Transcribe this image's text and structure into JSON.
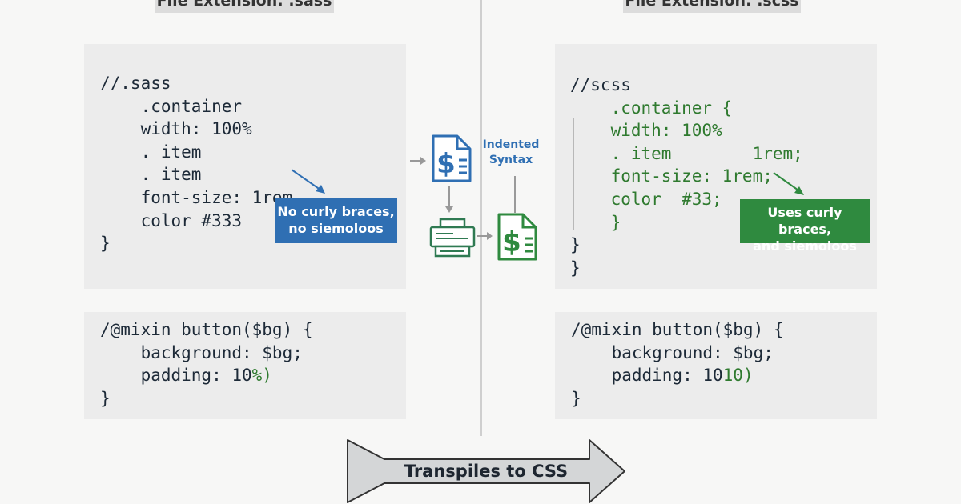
{
  "header": {
    "left_tag": "File Extension: .sass",
    "right_tag": "File Extension: .scss"
  },
  "sass": {
    "code_lines": [
      "//.sass",
      "    .container",
      "    width: 100%",
      "    . item",
      "    . item",
      "    font-size: 1rem",
      "    color #333",
      "}"
    ],
    "mixin_lines": [
      "/@mixin button($bg) {",
      "    background: $bg;",
      "    padding: 10",
      "}"
    ],
    "mixin_green": "%)",
    "note_lines": [
      "No curly braces,",
      "no siemoloos"
    ]
  },
  "scss": {
    "code_lines": [
      "//scss",
      "    .container {",
      "    width: 100%",
      "    . item        1rem;",
      "    font-size: 1rem;",
      "    color  #33;",
      "    }",
      "}",
      "}"
    ],
    "mixin_lines": [
      "/@mixin button($bg) {",
      "    background: $bg;",
      "    padding: 10",
      "}"
    ],
    "mixin_green": "10)",
    "note_lines": [
      "Uses curly braces,",
      "and siemoloos"
    ]
  },
  "center": {
    "hint_lines": [
      "Indented",
      "Syntax"
    ],
    "icons": [
      "dollar-document-icon",
      "printer-icon",
      "dollar-document-icon"
    ],
    "colors": {
      "sass": "#2f6fb3",
      "scss": "#2f8a3f"
    }
  },
  "banner": {
    "label": "Transpiles to CSS"
  }
}
